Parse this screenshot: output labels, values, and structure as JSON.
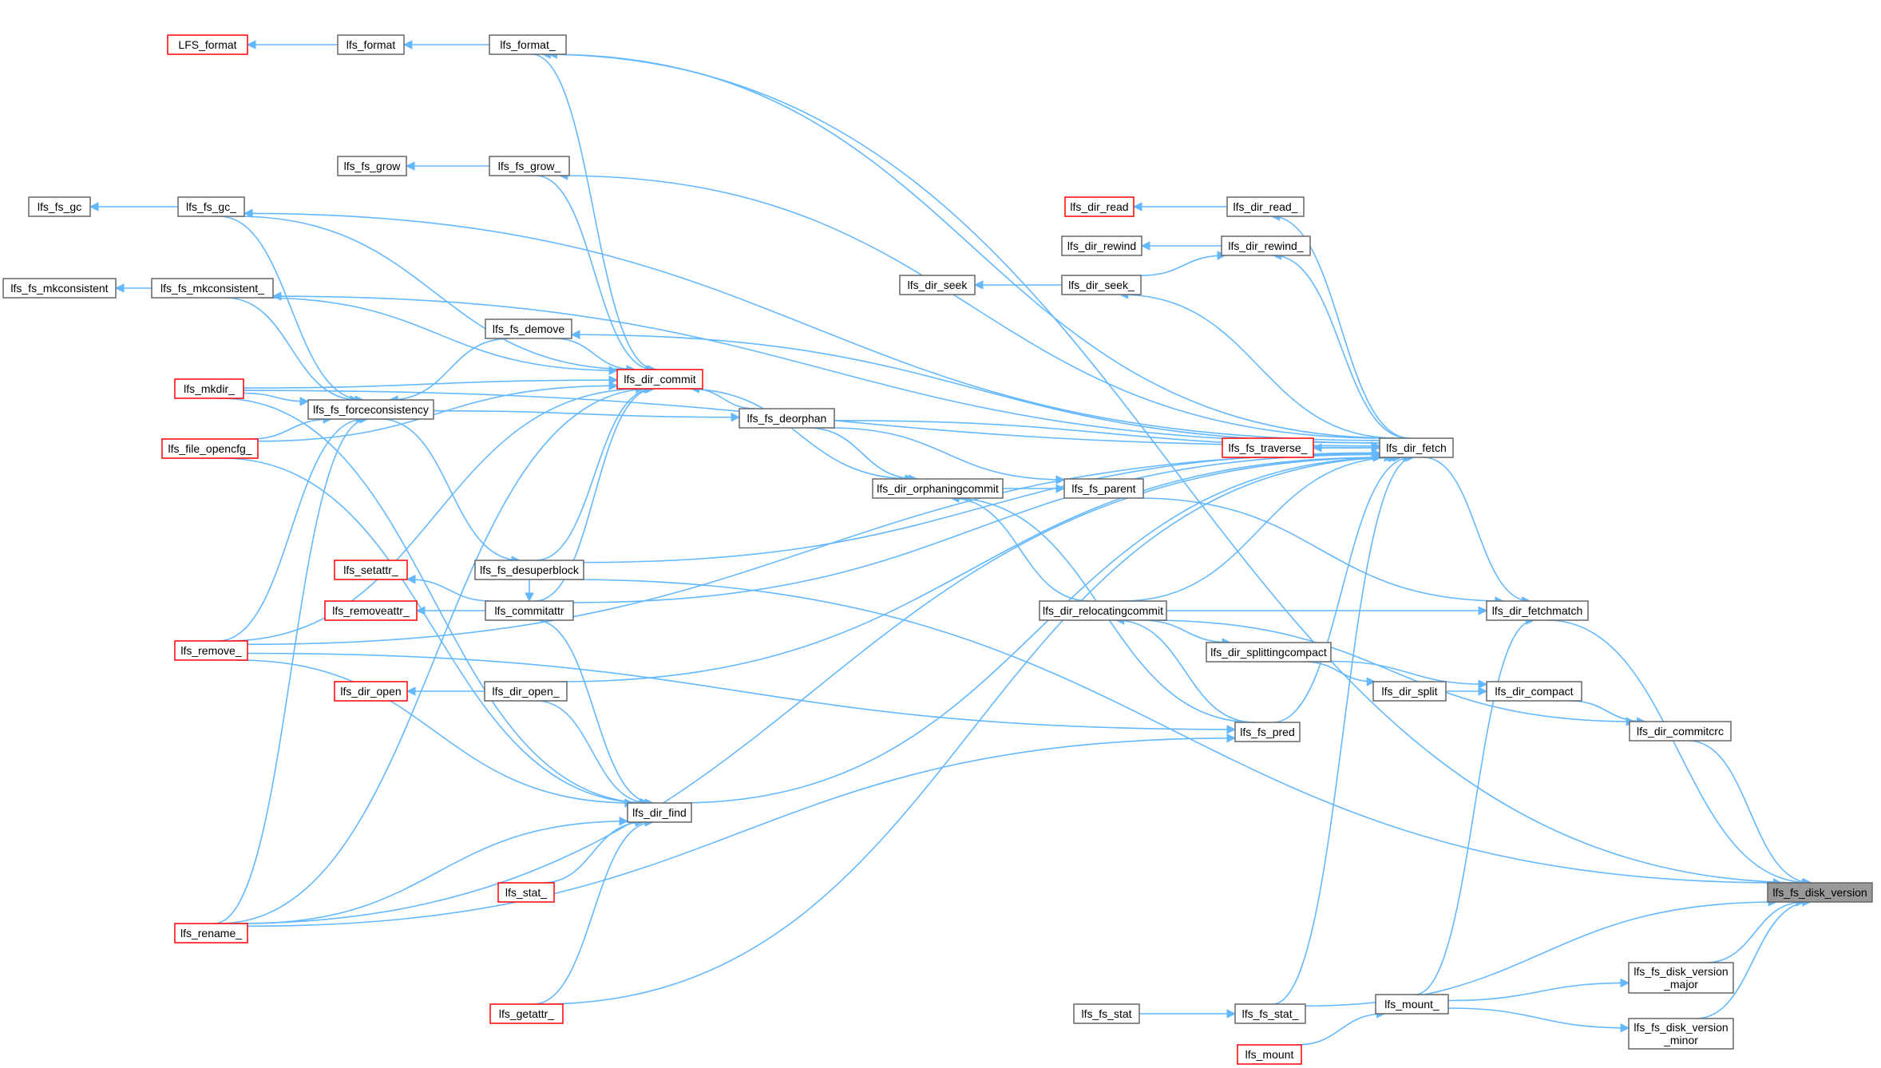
{
  "colors": {
    "edge": "#63b8ff",
    "node_border": "#666666",
    "truncated_border": "#ff0000",
    "root_fill": "#999999"
  },
  "nodes": [
    {
      "id": "lfs_fs_disk_version",
      "label": [
        "lfs_fs_disk_version"
      ],
      "style": "root"
    },
    {
      "id": "LFS_format",
      "label": [
        "LFS_format"
      ],
      "style": "red"
    },
    {
      "id": "lfs_format",
      "label": [
        "lfs_format"
      ]
    },
    {
      "id": "lfs_format_",
      "label": [
        "lfs_format_"
      ]
    },
    {
      "id": "lfs_fs_grow",
      "label": [
        "lfs_fs_grow"
      ]
    },
    {
      "id": "lfs_fs_grow_",
      "label": [
        "lfs_fs_grow_"
      ]
    },
    {
      "id": "lfs_fs_gc",
      "label": [
        "lfs_fs_gc"
      ]
    },
    {
      "id": "lfs_fs_gc_",
      "label": [
        "lfs_fs_gc_"
      ]
    },
    {
      "id": "lfs_fs_mkconsistent",
      "label": [
        "lfs_fs_mkconsistent"
      ]
    },
    {
      "id": "lfs_fs_mkconsistent_",
      "label": [
        "lfs_fs_mkconsistent_"
      ]
    },
    {
      "id": "lfs_fs_demove",
      "label": [
        "lfs_fs_demove"
      ]
    },
    {
      "id": "lfs_mkdir_",
      "label": [
        "lfs_mkdir_"
      ],
      "style": "red"
    },
    {
      "id": "lfs_fs_forceconsistency",
      "label": [
        "lfs_fs_forceconsistency"
      ]
    },
    {
      "id": "lfs_file_opencfg_",
      "label": [
        "lfs_file_opencfg_"
      ],
      "style": "red"
    },
    {
      "id": "lfs_dir_commit",
      "label": [
        "lfs_dir_commit"
      ],
      "style": "red"
    },
    {
      "id": "lfs_fs_deorphan",
      "label": [
        "lfs_fs_deorphan"
      ]
    },
    {
      "id": "lfs_fs_desuperblock",
      "label": [
        "lfs_fs_desuperblock"
      ]
    },
    {
      "id": "lfs_setattr_",
      "label": [
        "lfs_setattr_"
      ],
      "style": "red"
    },
    {
      "id": "lfs_removeattr_",
      "label": [
        "lfs_removeattr_"
      ],
      "style": "red"
    },
    {
      "id": "lfs_commitattr",
      "label": [
        "lfs_commitattr"
      ]
    },
    {
      "id": "lfs_remove_",
      "label": [
        "lfs_remove_"
      ],
      "style": "red"
    },
    {
      "id": "lfs_dir_open",
      "label": [
        "lfs_dir_open"
      ],
      "style": "red"
    },
    {
      "id": "lfs_dir_open_",
      "label": [
        "lfs_dir_open_"
      ]
    },
    {
      "id": "lfs_dir_find",
      "label": [
        "lfs_dir_find"
      ]
    },
    {
      "id": "lfs_stat_",
      "label": [
        "lfs_stat_"
      ],
      "style": "red"
    },
    {
      "id": "lfs_rename_",
      "label": [
        "lfs_rename_"
      ],
      "style": "red"
    },
    {
      "id": "lfs_getattr_",
      "label": [
        "lfs_getattr_"
      ],
      "style": "red"
    },
    {
      "id": "lfs_dir_read",
      "label": [
        "lfs_dir_read"
      ],
      "style": "red"
    },
    {
      "id": "lfs_dir_read_",
      "label": [
        "lfs_dir_read_"
      ]
    },
    {
      "id": "lfs_dir_rewind",
      "label": [
        "lfs_dir_rewind"
      ]
    },
    {
      "id": "lfs_dir_rewind_",
      "label": [
        "lfs_dir_rewind_"
      ]
    },
    {
      "id": "lfs_dir_seek",
      "label": [
        "lfs_dir_seek"
      ]
    },
    {
      "id": "lfs_dir_seek_",
      "label": [
        "lfs_dir_seek_"
      ]
    },
    {
      "id": "lfs_fs_traverse_",
      "label": [
        "lfs_fs_traverse_"
      ],
      "style": "red"
    },
    {
      "id": "lfs_dir_fetch",
      "label": [
        "lfs_dir_fetch"
      ]
    },
    {
      "id": "lfs_dir_orphaningcommit",
      "label": [
        "lfs_dir_orphaningcommit"
      ]
    },
    {
      "id": "lfs_fs_parent",
      "label": [
        "lfs_fs_parent"
      ]
    },
    {
      "id": "lfs_dir_relocatingcommit",
      "label": [
        "lfs_dir_relocatingcommit"
      ]
    },
    {
      "id": "lfs_dir_splittingcompact",
      "label": [
        "lfs_dir_splittingcompact"
      ]
    },
    {
      "id": "lfs_dir_split",
      "label": [
        "lfs_dir_split"
      ]
    },
    {
      "id": "lfs_fs_pred",
      "label": [
        "lfs_fs_pred"
      ]
    },
    {
      "id": "lfs_dir_fetchmatch",
      "label": [
        "lfs_dir_fetchmatch"
      ]
    },
    {
      "id": "lfs_dir_compact",
      "label": [
        "lfs_dir_compact"
      ]
    },
    {
      "id": "lfs_dir_commitcrc",
      "label": [
        "lfs_dir_commitcrc"
      ]
    },
    {
      "id": "lfs_fs_disk_version_major",
      "label": [
        "lfs_fs_disk_version",
        "_major"
      ]
    },
    {
      "id": "lfs_fs_disk_version_minor",
      "label": [
        "lfs_fs_disk_version",
        "_minor"
      ]
    },
    {
      "id": "lfs_mount_",
      "label": [
        "lfs_mount_"
      ]
    },
    {
      "id": "lfs_mount",
      "label": [
        "lfs_mount"
      ],
      "style": "red"
    },
    {
      "id": "lfs_fs_stat",
      "label": [
        "lfs_fs_stat"
      ]
    },
    {
      "id": "lfs_fs_stat_",
      "label": [
        "lfs_fs_stat_"
      ]
    }
  ],
  "edges": [
    [
      "LFS_format",
      "lfs_format"
    ],
    [
      "lfs_format",
      "lfs_format_"
    ],
    [
      "lfs_format_",
      "lfs_fs_disk_version"
    ],
    [
      "lfs_format_",
      "lfs_dir_fetch"
    ],
    [
      "lfs_dir_commit",
      "lfs_format_"
    ],
    [
      "lfs_fs_grow",
      "lfs_fs_grow_"
    ],
    [
      "lfs_fs_grow_",
      "lfs_dir_fetch"
    ],
    [
      "lfs_dir_commit",
      "lfs_fs_grow_"
    ],
    [
      "lfs_fs_gc",
      "lfs_fs_gc_"
    ],
    [
      "lfs_fs_gc_",
      "lfs_dir_fetch"
    ],
    [
      "lfs_dir_commit",
      "lfs_fs_gc_"
    ],
    [
      "lfs_fs_forceconsistency",
      "lfs_fs_gc_"
    ],
    [
      "lfs_fs_mkconsistent",
      "lfs_fs_mkconsistent_"
    ],
    [
      "lfs_fs_mkconsistent_",
      "lfs_dir_fetch"
    ],
    [
      "lfs_dir_commit",
      "lfs_fs_mkconsistent_"
    ],
    [
      "lfs_fs_forceconsistency",
      "lfs_fs_mkconsistent_"
    ],
    [
      "lfs_fs_forceconsistency",
      "lfs_fs_demove"
    ],
    [
      "lfs_fs_demove",
      "lfs_dir_fetch"
    ],
    [
      "lfs_dir_commit",
      "lfs_fs_demove"
    ],
    [
      "lfs_fs_forceconsistency",
      "lfs_mkdir_"
    ],
    [
      "lfs_dir_commit",
      "lfs_mkdir_"
    ],
    [
      "lfs_dir_fetch",
      "lfs_mkdir_"
    ],
    [
      "lfs_dir_find",
      "lfs_mkdir_"
    ],
    [
      "lfs_fs_forceconsistency",
      "lfs_file_opencfg_"
    ],
    [
      "lfs_dir_commit",
      "lfs_file_opencfg_"
    ],
    [
      "lfs_dir_find",
      "lfs_file_opencfg_"
    ],
    [
      "lfs_fs_forceconsistency",
      "lfs_remove_"
    ],
    [
      "lfs_dir_commit",
      "lfs_remove_"
    ],
    [
      "lfs_dir_find",
      "lfs_remove_"
    ],
    [
      "lfs_fs_pred",
      "lfs_remove_"
    ],
    [
      "lfs_dir_fetch",
      "lfs_remove_"
    ],
    [
      "lfs_fs_forceconsistency",
      "lfs_rename_"
    ],
    [
      "lfs_dir_commit",
      "lfs_rename_"
    ],
    [
      "lfs_dir_find",
      "lfs_rename_"
    ],
    [
      "lfs_fs_pred",
      "lfs_rename_"
    ],
    [
      "lfs_dir_fetch",
      "lfs_rename_"
    ],
    [
      "lfs_fs_desuperblock",
      "lfs_fs_forceconsistency"
    ],
    [
      "lfs_fs_deorphan",
      "lfs_fs_forceconsistency"
    ],
    [
      "lfs_dir_fetch",
      "lfs_fs_deorphan"
    ],
    [
      "lfs_dir_commit",
      "lfs_fs_deorphan"
    ],
    [
      "lfs_fs_parent",
      "lfs_fs_deorphan"
    ],
    [
      "lfs_dir_orphaningcommit",
      "lfs_fs_deorphan"
    ],
    [
      "lfs_dir_orphaningcommit",
      "lfs_dir_commit"
    ],
    [
      "lfs_dir_commit",
      "lfs_fs_desuperblock"
    ],
    [
      "lfs_dir_fetch",
      "lfs_fs_desuperblock"
    ],
    [
      "lfs_fs_disk_version",
      "lfs_fs_desuperblock"
    ],
    [
      "lfs_setattr_",
      "lfs_commitattr"
    ],
    [
      "lfs_removeattr_",
      "lfs_commitattr"
    ],
    [
      "lfs_commitattr",
      "lfs_fs_desuperblock"
    ],
    [
      "lfs_dir_commit",
      "lfs_commitattr"
    ],
    [
      "lfs_dir_fetch",
      "lfs_commitattr"
    ],
    [
      "lfs_dir_find",
      "lfs_commitattr"
    ],
    [
      "lfs_dir_open",
      "lfs_dir_open_"
    ],
    [
      "lfs_dir_find",
      "lfs_dir_open_"
    ],
    [
      "lfs_dir_fetch",
      "lfs_dir_open_"
    ],
    [
      "lfs_dir_find",
      "lfs_stat_"
    ],
    [
      "lfs_dir_find",
      "lfs_getattr_"
    ],
    [
      "lfs_dir_fetch",
      "lfs_getattr_"
    ],
    [
      "lfs_dir_fetch",
      "lfs_dir_find"
    ],
    [
      "lfs_dir_read",
      "lfs_dir_read_"
    ],
    [
      "lfs_dir_read_",
      "lfs_dir_fetch"
    ],
    [
      "lfs_dir_rewind",
      "lfs_dir_rewind_"
    ],
    [
      "lfs_dir_rewind_",
      "lfs_dir_fetch"
    ],
    [
      "lfs_dir_seek",
      "lfs_dir_seek_"
    ],
    [
      "lfs_dir_seek_",
      "lfs_dir_fetch"
    ],
    [
      "lfs_dir_rewind_",
      "lfs_dir_seek_"
    ],
    [
      "lfs_fs_traverse_",
      "lfs_dir_fetch"
    ],
    [
      "lfs_dir_fetch",
      "lfs_fs_traverse_"
    ],
    [
      "lfs_fs_parent",
      "lfs_dir_orphaningcommit"
    ],
    [
      "lfs_dir_orphaningcommit",
      "lfs_dir_relocatingcommit"
    ],
    [
      "lfs_dir_fetchmatch",
      "lfs_fs_parent"
    ],
    [
      "lfs_dir_fetch",
      "lfs_dir_relocatingcommit"
    ],
    [
      "lfs_dir_fetchmatch",
      "lfs_dir_relocatingcommit"
    ],
    [
      "lfs_dir_splittingcompact",
      "lfs_dir_relocatingcommit"
    ],
    [
      "lfs_dir_commitcrc",
      "lfs_dir_relocatingcommit"
    ],
    [
      "lfs_dir_compact",
      "lfs_dir_splittingcompact"
    ],
    [
      "lfs_dir_split",
      "lfs_dir_splittingcompact"
    ],
    [
      "lfs_dir_compact",
      "lfs_dir_split"
    ],
    [
      "lfs_dir_commitcrc",
      "lfs_dir_compact"
    ],
    [
      "lfs_dir_relocatingcommit",
      "lfs_fs_pred"
    ],
    [
      "lfs_dir_orphaningcommit",
      "lfs_fs_pred"
    ],
    [
      "lfs_dir_fetch",
      "lfs_fs_pred"
    ],
    [
      "lfs_dir_fetchmatch",
      "lfs_dir_fetch"
    ],
    [
      "lfs_fs_disk_version",
      "lfs_dir_fetchmatch"
    ],
    [
      "lfs_fs_disk_version",
      "lfs_dir_commitcrc"
    ],
    [
      "lfs_fs_disk_version",
      "lfs_fs_stat_"
    ],
    [
      "lfs_fs_disk_version",
      "lfs_fs_disk_version_major"
    ],
    [
      "lfs_fs_disk_version",
      "lfs_fs_disk_version_minor"
    ],
    [
      "lfs_fs_disk_version_major",
      "lfs_mount_"
    ],
    [
      "lfs_fs_disk_version_minor",
      "lfs_mount_"
    ],
    [
      "lfs_dir_fetchmatch",
      "lfs_mount_"
    ],
    [
      "lfs_mount_",
      "lfs_mount"
    ],
    [
      "lfs_fs_stat_",
      "lfs_fs_stat"
    ],
    [
      "lfs_dir_fetch",
      "lfs_fs_stat_"
    ]
  ]
}
